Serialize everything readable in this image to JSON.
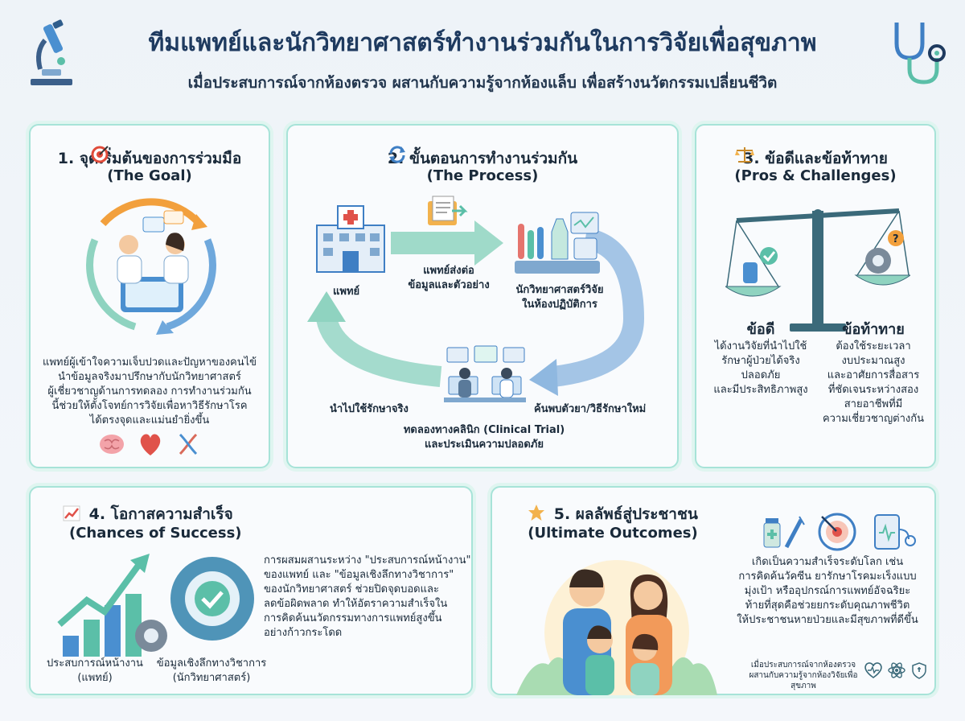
{
  "header": {
    "title": "ทีมแพทย์และนักวิทยาศาสตร์ทำงานร่วมกันในการวิจัยเพื่อสุขภาพ",
    "subtitle": "เมื่อประสบการณ์จากห้องตรวจ ผสานกับความรู้จากห้องแล็บ เพื่อสร้างนวัตกรรมเปลี่ยนชีวิต"
  },
  "goal": {
    "title": "1. จุดเริ่มต้นของการร่วมมือ",
    "subtitle": "(The Goal)",
    "lines": [
      "แพทย์ผู้เข้าใจความเจ็บปวดและปัญหาของคนไข้",
      "นำข้อมูลจริงมาปรึกษากับนักวิทยาศาสตร์",
      "ผู้เชี่ยวชาญด้านการทดลอง การทำงานร่วมกัน",
      "นี้ช่วยให้ตั้งโจทย์การวิจัยเพื่อหาวิธีรักษาโรค",
      "ได้ตรงจุดและแม่นยำยิ่งขึ้น"
    ]
  },
  "process": {
    "title": "2. ขั้นตอนการทำงานร่วมกัน",
    "subtitle": "(The Process)",
    "doctor": "แพทย์",
    "send": [
      "แพทย์ส่งต่อ",
      "ข้อมูลและตัวอย่าง"
    ],
    "scientist": [
      "นักวิทยาศาสตร์วิจัย",
      "ในห้องปฏิบัติการ"
    ],
    "discover": "ค้นพบตัวยา/วิธีรักษาใหม่",
    "apply": "นำไปใช้รักษาจริง",
    "trial": [
      "ทดลองทางคลินิก (Clinical Trial)",
      "และประเมินความปลอดภัย"
    ]
  },
  "pros": {
    "title": "3. ข้อดีและข้อท้าทาย",
    "subtitle": "(Pros & Challenges)",
    "pros_head": "ข้อดี",
    "pros_lines": [
      "ได้งานวิจัยที่นำไปใช้",
      "รักษาผู้ป่วยได้จริง",
      "ปลอดภัย",
      "และมีประสิทธิภาพสูง"
    ],
    "cons_head": "ข้อท้าทาย",
    "cons_lines": [
      "ต้องใช้ระยะเวลา",
      "งบประมาณสูง",
      "และอาศัยการสื่อสาร",
      "ที่ชัดเจนระหว่างสอง",
      "สายอาชีพที่มี",
      "ความเชี่ยวชาญต่างกัน"
    ]
  },
  "success": {
    "title": "4. โอกาสความสำเร็จ",
    "subtitle": "(Chances of Success)",
    "lines": [
      "การผสมผสานระหว่าง \"ประสบการณ์หน้างาน\"",
      "ของแพทย์ และ \"ข้อมูลเชิงลึกทางวิชาการ\"",
      "ของนักวิทยาศาสตร์ ช่วยปิดจุดบอดและ",
      "ลดข้อผิดพลาด ทำให้อัตราความสำเร็จใน",
      "การคิดค้นนวัตกรรมทางการแพทย์สูงขึ้น",
      "อย่างก้าวกระโดด"
    ],
    "label_left": [
      "ประสบการณ์หน้างาน",
      "(แพทย์)"
    ],
    "label_right": [
      "ข้อมูลเชิงลึกทางวิชาการ",
      "(นักวิทยาศาสตร์)"
    ]
  },
  "outcomes": {
    "title": "5. ผลลัพธ์สู่ประชาชน",
    "subtitle": "(Ultimate Outcomes)",
    "lines": [
      "เกิดเป็นความสำเร็จระดับโลก เช่น",
      "การคิดค้นวัคซีน ยารักษาโรคมะเร็งแบบ",
      "มุ่งเป้า หรืออุปกรณ์การแพทย์อัจฉริยะ",
      "ท้ายที่สุดคือช่วยยกระดับคุณภาพชีวิต",
      "ให้ประชาชนหายป่วยและมีสุขภาพที่ดีขึ้น"
    ],
    "footer": [
      "เมื่อประสบการณ์จากห้องตรวจ",
      "ผสานกับความรู้จากห้องวิจัยเพื่อสุขภาพ"
    ]
  },
  "colors": {
    "teal": "#5bbfa8",
    "blue": "#3f7fc4",
    "navy": "#1e3a5f",
    "orange": "#f2a03d"
  }
}
